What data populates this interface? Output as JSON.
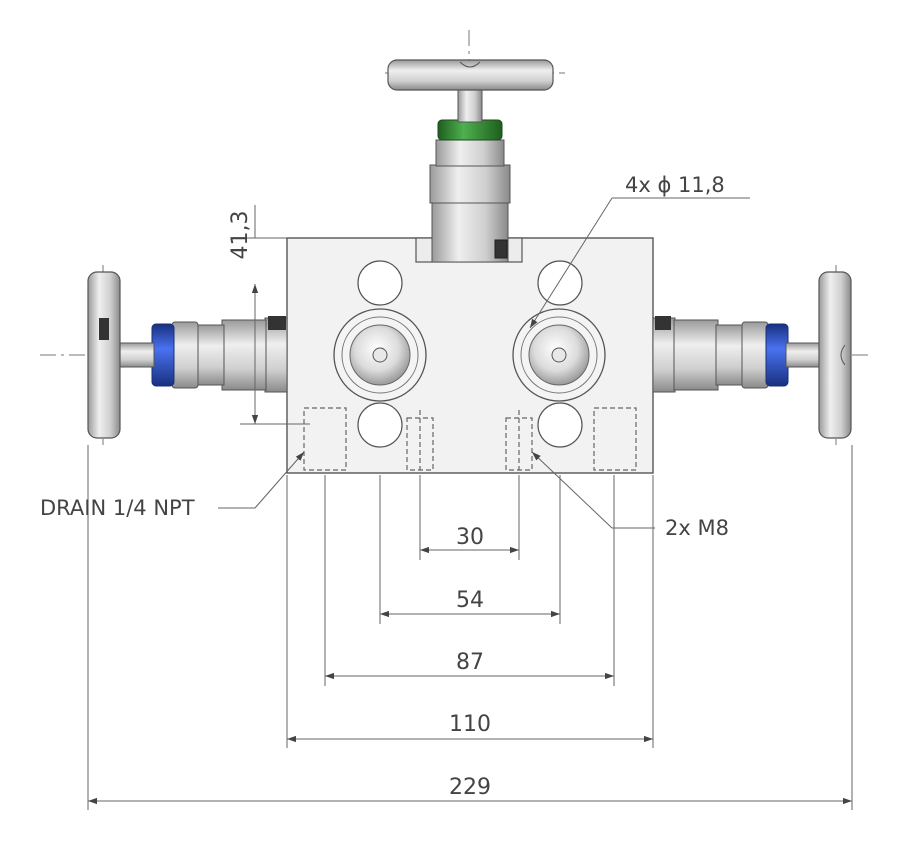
{
  "drawing": {
    "title": "",
    "dimensions": {
      "d30": "30",
      "d54": "54",
      "d87": "87",
      "d110": "110",
      "d229": "229",
      "height": "41,3"
    },
    "labels": {
      "holes": "4x ϕ 11,8",
      "drain": "DRAIN 1/4 NPT",
      "bolts": "2x M8"
    },
    "colors": {
      "body": "#f2f2f2",
      "seal_green": "#2e8b2e",
      "seal_blue": "#2a4fd0",
      "metal": "#c8c8c8",
      "line": "#555555"
    }
  }
}
